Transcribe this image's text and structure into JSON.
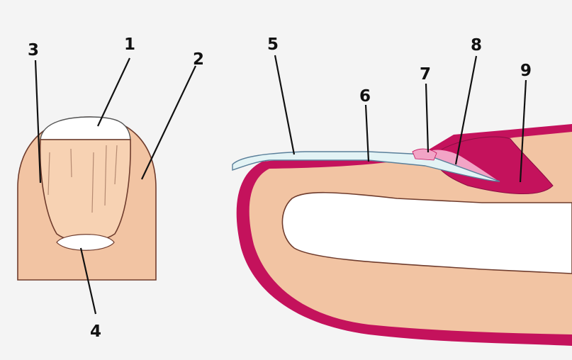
{
  "labels": {
    "l1": "1",
    "l2": "2",
    "l3": "3",
    "l4": "4",
    "l5": "5",
    "l6": "6",
    "l7": "7",
    "l8": "8",
    "l9": "9"
  },
  "colors": {
    "skin": "#f2c4a3",
    "nail_bed_skin": "#f7d2b3",
    "outline": "#6f3c2d",
    "magenta": "#c4125c",
    "nail_plate": "#e3f3f5",
    "nail_edge": "#5a7f9a",
    "bone_cavity": "#ffffff",
    "cuticle_pink": "#f2a4c6",
    "background": "#f4f4f4"
  }
}
